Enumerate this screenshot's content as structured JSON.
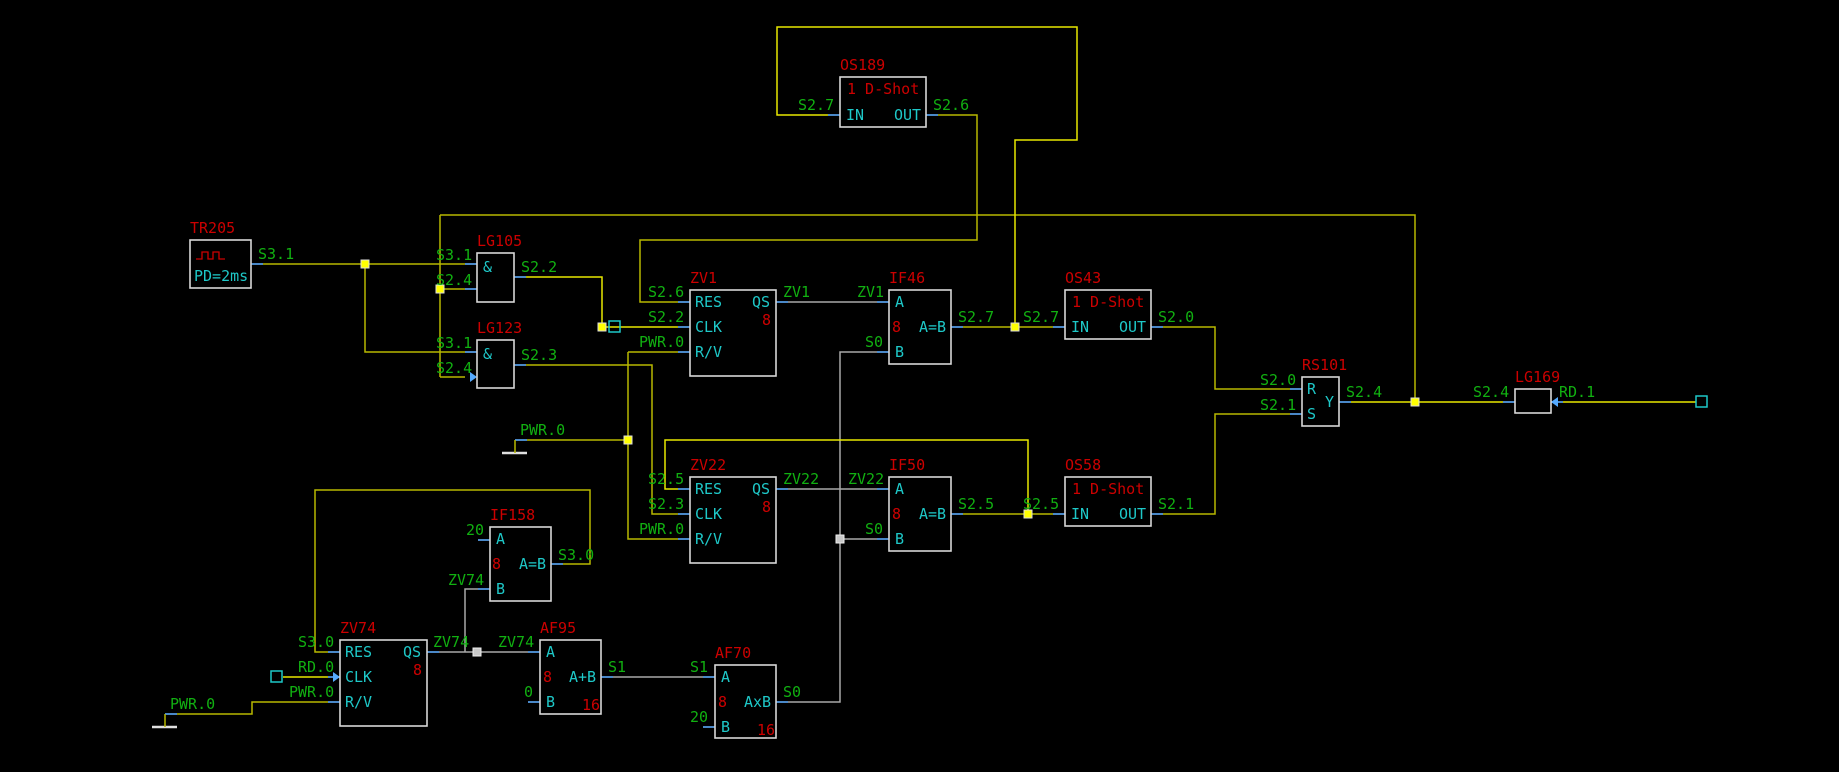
{
  "diagram": {
    "blocks": {
      "TR205": {
        "name": "TR205",
        "param": "PD=2ms",
        "out_signal": "S3.1"
      },
      "LG105": {
        "name": "LG105",
        "op": "&",
        "in1": "S3.1",
        "in2": "S2.4",
        "out": "S2.2"
      },
      "LG123": {
        "name": "LG123",
        "op": "&",
        "in1": "S3.1",
        "in2": "S2.4",
        "out": "S2.3"
      },
      "OS189": {
        "name": "OS189",
        "type": "1 D-Shot",
        "pin_in": "IN",
        "pin_out": "OUT",
        "in": "S2.7",
        "out": "S2.6"
      },
      "ZV1": {
        "name": "ZV1",
        "pins": [
          "RES",
          "CLK",
          "R/V"
        ],
        "pin_out": "QS",
        "width": "8",
        "in_res": "S2.6",
        "in_clk": "S2.2",
        "in_rv": "PWR.0",
        "out": "ZV1"
      },
      "IF46": {
        "name": "IF46",
        "pin_a": "A",
        "pin_b": "B",
        "op": "A=B",
        "width": "8",
        "in_a": "ZV1",
        "in_b": "S0",
        "out": "S2.7"
      },
      "OS43": {
        "name": "OS43",
        "type": "1 D-Shot",
        "pin_in": "IN",
        "pin_out": "OUT",
        "in": "S2.7",
        "out": "S2.0"
      },
      "RS101": {
        "name": "RS101",
        "pin_r": "R",
        "pin_s": "S",
        "pin_y": "Y",
        "in_r": "S2.0",
        "in_s": "S2.1",
        "out": "S2.4"
      },
      "LG169": {
        "name": "LG169",
        "in": "S2.4",
        "out": "RD.1"
      },
      "ZV22": {
        "name": "ZV22",
        "pins": [
          "RES",
          "CLK",
          "R/V"
        ],
        "pin_out": "QS",
        "width": "8",
        "in_res": "S2.5",
        "in_clk": "S2.3",
        "in_rv": "PWR.0",
        "out": "ZV22"
      },
      "IF50": {
        "name": "IF50",
        "pin_a": "A",
        "pin_b": "B",
        "op": "A=B",
        "width": "8",
        "in_a": "ZV22",
        "in_b": "S0",
        "out": "S2.5"
      },
      "OS58": {
        "name": "OS58",
        "type": "1 D-Shot",
        "pin_in": "IN",
        "pin_out": "OUT",
        "in": "S2.5",
        "out": "S2.1"
      },
      "IF158": {
        "name": "IF158",
        "pin_a": "A",
        "pin_b": "B",
        "op": "A=B",
        "width": "8",
        "in_a": "20",
        "in_b": "ZV74",
        "out": "S3.0"
      },
      "ZV74": {
        "name": "ZV74",
        "pins": [
          "RES",
          "CLK",
          "R/V"
        ],
        "pin_out": "QS",
        "width": "8",
        "in_res": "S3.0",
        "in_clk": "RD.0",
        "in_rv": "PWR.0",
        "out": "ZV74"
      },
      "AF95": {
        "name": "AF95",
        "pin_a": "A",
        "pin_b": "B",
        "op": "A+B",
        "width": "8",
        "out_width": "16",
        "in_a": "ZV74",
        "in_b": "0",
        "out": "S1"
      },
      "AF70": {
        "name": "AF70",
        "pin_a": "A",
        "pin_b": "B",
        "op": "AxB",
        "width": "8",
        "out_width": "16",
        "in_a": "S1",
        "in_b": "20",
        "out": "S0"
      }
    },
    "power_labels": {
      "pwr_mid": "PWR.0",
      "pwr_left": "PWR.0"
    }
  }
}
